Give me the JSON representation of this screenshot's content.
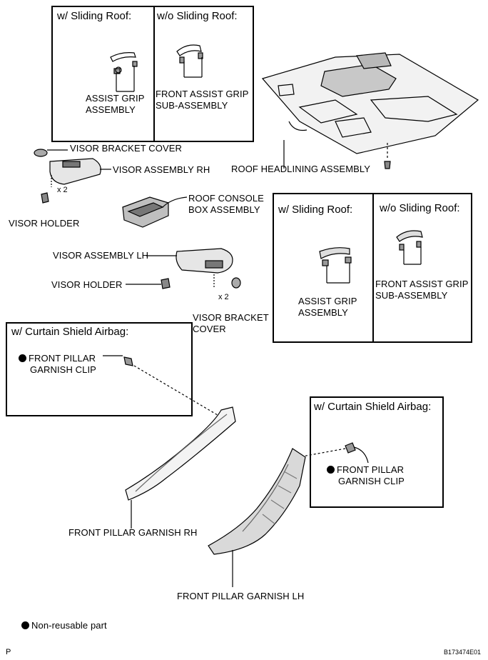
{
  "boxes": {
    "top": {
      "left": "w/ Sliding Roof:",
      "right": "w/o Sliding Roof:"
    },
    "mid": {
      "left": "w/ Sliding Roof:",
      "right": "w/o Sliding Roof:"
    },
    "airbag_left": "w/ Curtain Shield Airbag:",
    "airbag_right": "w/ Curtain Shield Airbag:"
  },
  "labels": {
    "assist_grip_top": [
      "ASSIST GRIP",
      "ASSEMBLY"
    ],
    "front_assist_top": [
      "FRONT ASSIST GRIP",
      "SUB-ASSEMBLY"
    ],
    "visor_bracket_cover_top": "VISOR BRACKET COVER",
    "visor_assembly_rh": "VISOR ASSEMBLY RH",
    "x2_a": "x 2",
    "roof_headlining": "ROOF HEADLINING ASSEMBLY",
    "visor_holder_a": "VISOR HOLDER",
    "roof_console": [
      "ROOF CONSOLE",
      "BOX ASSEMBLY"
    ],
    "assist_grip_mid": [
      "ASSIST GRIP",
      "ASSEMBLY"
    ],
    "front_assist_mid": [
      "FRONT ASSIST GRIP",
      "SUB-ASSEMBLY"
    ],
    "visor_assembly_lh": "VISOR ASSEMBLY LH",
    "visor_holder_b": "VISOR HOLDER",
    "x2_b": "x 2",
    "visor_bracket_cover_bot": [
      "VISOR BRACKET",
      "COVER"
    ],
    "clip_left": [
      "FRONT PILLAR",
      "GARNISH CLIP"
    ],
    "clip_right": [
      "FRONT PILLAR",
      "GARNISH CLIP"
    ],
    "pillar_rh": "FRONT PILLAR GARNISH RH",
    "pillar_lh": "FRONT PILLAR GARNISH LH",
    "legend": "Non-reusable part",
    "footer_left": "P",
    "footer_right": "B173474E01"
  }
}
